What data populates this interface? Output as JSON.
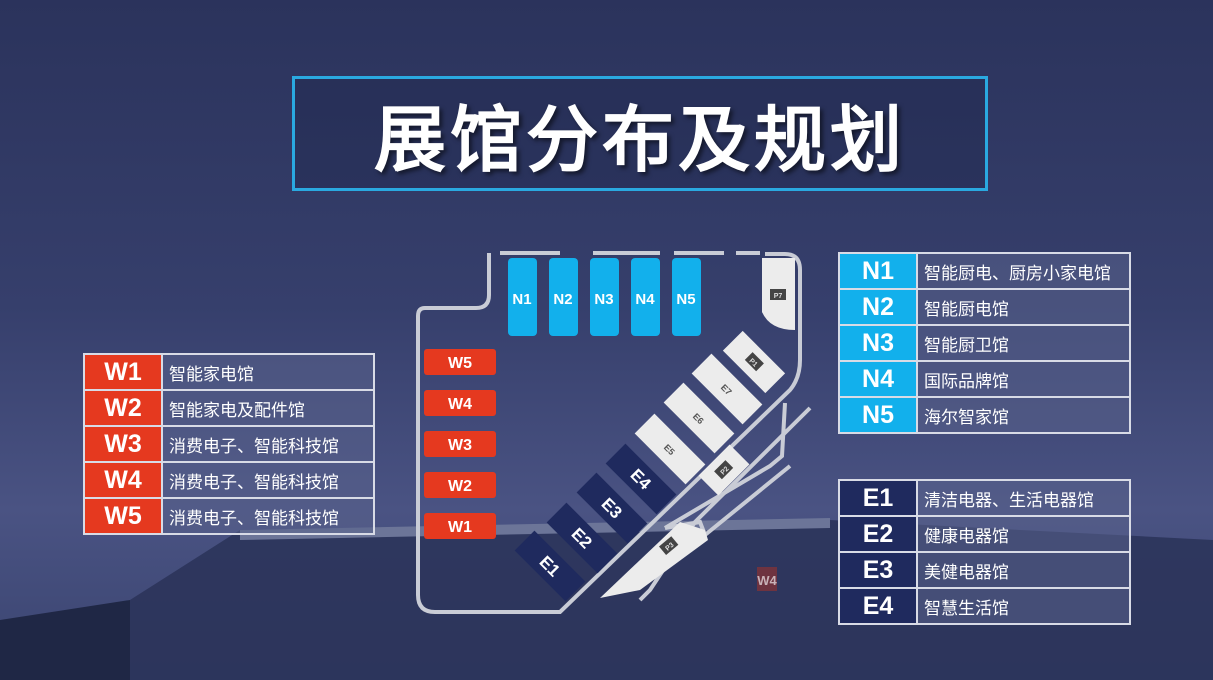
{
  "title": "展馆分布及规划",
  "colors": {
    "west": "#e5391f",
    "north": "#12b0ec",
    "east_featured": "#1f2a5e",
    "east_other": "#ececec",
    "title_border": "#2aa9e0"
  },
  "west_legend": [
    {
      "code": "W1",
      "desc": "智能家电馆"
    },
    {
      "code": "W2",
      "desc": "智能家电及配件馆"
    },
    {
      "code": "W3",
      "desc": "消费电子、智能科技馆"
    },
    {
      "code": "W4",
      "desc": "消费电子、智能科技馆"
    },
    {
      "code": "W5",
      "desc": "消费电子、智能科技馆"
    }
  ],
  "north_legend": [
    {
      "code": "N1",
      "desc": "智能厨电、厨房小家电馆"
    },
    {
      "code": "N2",
      "desc": "智能厨电馆"
    },
    {
      "code": "N3",
      "desc": "智能厨卫馆"
    },
    {
      "code": "N4",
      "desc": "国际品牌馆"
    },
    {
      "code": "N5",
      "desc": "海尔智家馆"
    }
  ],
  "east_legend": [
    {
      "code": "E1",
      "desc": "清洁电器、生活电器馆"
    },
    {
      "code": "E2",
      "desc": "健康电器馆"
    },
    {
      "code": "E3",
      "desc": "美健电器馆"
    },
    {
      "code": "E4",
      "desc": "智慧生活馆"
    }
  ],
  "map": {
    "north_halls": [
      "N1",
      "N2",
      "N3",
      "N4",
      "N5"
    ],
    "west_halls": [
      "W5",
      "W4",
      "W3",
      "W2",
      "W1"
    ],
    "east_halls": [
      "E1",
      "E2",
      "E3",
      "E4",
      "E5",
      "E6",
      "E7"
    ],
    "parking": [
      "P1",
      "P2",
      "P3",
      "P7"
    ],
    "background_sign": "W4"
  }
}
